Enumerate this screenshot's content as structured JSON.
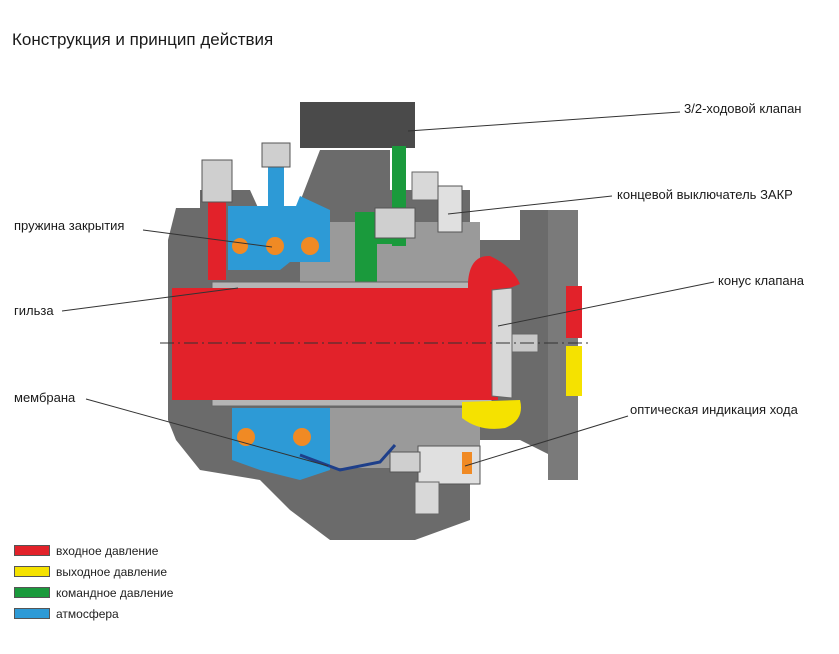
{
  "title": "Конструкция и принцип действия",
  "colors": {
    "inlet": "#e2222a",
    "outlet": "#f5e200",
    "control": "#1a9a3c",
    "atmosphere": "#2d9ad6",
    "body_dark": "#6b6b6b",
    "body_mid": "#8c8c8c",
    "body_light": "#b5b5b5",
    "spring": "#f08a24"
  },
  "callouts": {
    "valve_32": "3/2-ходовой клапан",
    "limit_switch": "концевой выключатель ЗАКР",
    "closing_spring": "пружина закрытия",
    "valve_cone": "конус клапана",
    "sleeve": "гильза",
    "membrane": "мембрана",
    "stroke_indicator": "оптическая индикация хода"
  },
  "legend": [
    {
      "label": "входное давление",
      "color": "#e2222a"
    },
    {
      "label": "выходное давление",
      "color": "#f5e200"
    },
    {
      "label": "командное давление",
      "color": "#1a9a3c"
    },
    {
      "label": "атмосфера",
      "color": "#2d9ad6"
    }
  ]
}
